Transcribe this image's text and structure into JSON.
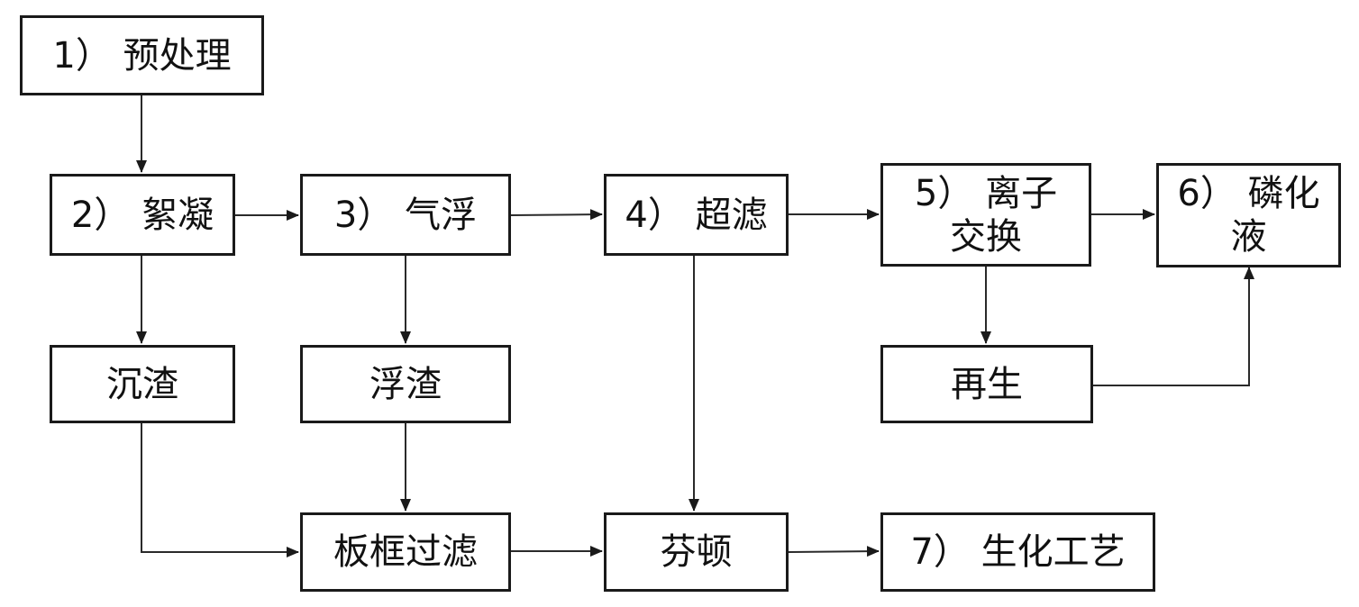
{
  "nodes": [
    {
      "id": "pretreatment",
      "label": "1） 预处理"
    },
    {
      "id": "flocculation",
      "label": "2） 絮凝"
    },
    {
      "id": "air-flotation",
      "label": "3） 气浮"
    },
    {
      "id": "ultrafiltration",
      "label": "4） 超滤"
    },
    {
      "id": "ion-exchange",
      "label": "5） 离子\n交换"
    },
    {
      "id": "phosphating-solution",
      "label": "6） 磷化\n液"
    },
    {
      "id": "sediment",
      "label": "沉渣"
    },
    {
      "id": "float-scum",
      "label": "浮渣"
    },
    {
      "id": "regeneration",
      "label": "再生"
    },
    {
      "id": "plate-frame-filtration",
      "label": "板框过滤"
    },
    {
      "id": "fenton",
      "label": "芬顿"
    },
    {
      "id": "biochemical-process",
      "label": "7） 生化工艺"
    }
  ],
  "edges": [
    {
      "from": "pretreatment",
      "to": "flocculation"
    },
    {
      "from": "flocculation",
      "to": "air-flotation"
    },
    {
      "from": "air-flotation",
      "to": "ultrafiltration"
    },
    {
      "from": "ultrafiltration",
      "to": "ion-exchange"
    },
    {
      "from": "ion-exchange",
      "to": "phosphating-solution"
    },
    {
      "from": "flocculation",
      "to": "sediment"
    },
    {
      "from": "air-flotation",
      "to": "float-scum"
    },
    {
      "from": "ion-exchange",
      "to": "regeneration"
    },
    {
      "from": "regeneration",
      "to": "phosphating-solution"
    },
    {
      "from": "sediment",
      "to": "plate-frame-filtration"
    },
    {
      "from": "float-scum",
      "to": "plate-frame-filtration"
    },
    {
      "from": "ultrafiltration",
      "to": "fenton"
    },
    {
      "from": "plate-frame-filtration",
      "to": "fenton"
    },
    {
      "from": "fenton",
      "to": "biochemical-process"
    }
  ]
}
